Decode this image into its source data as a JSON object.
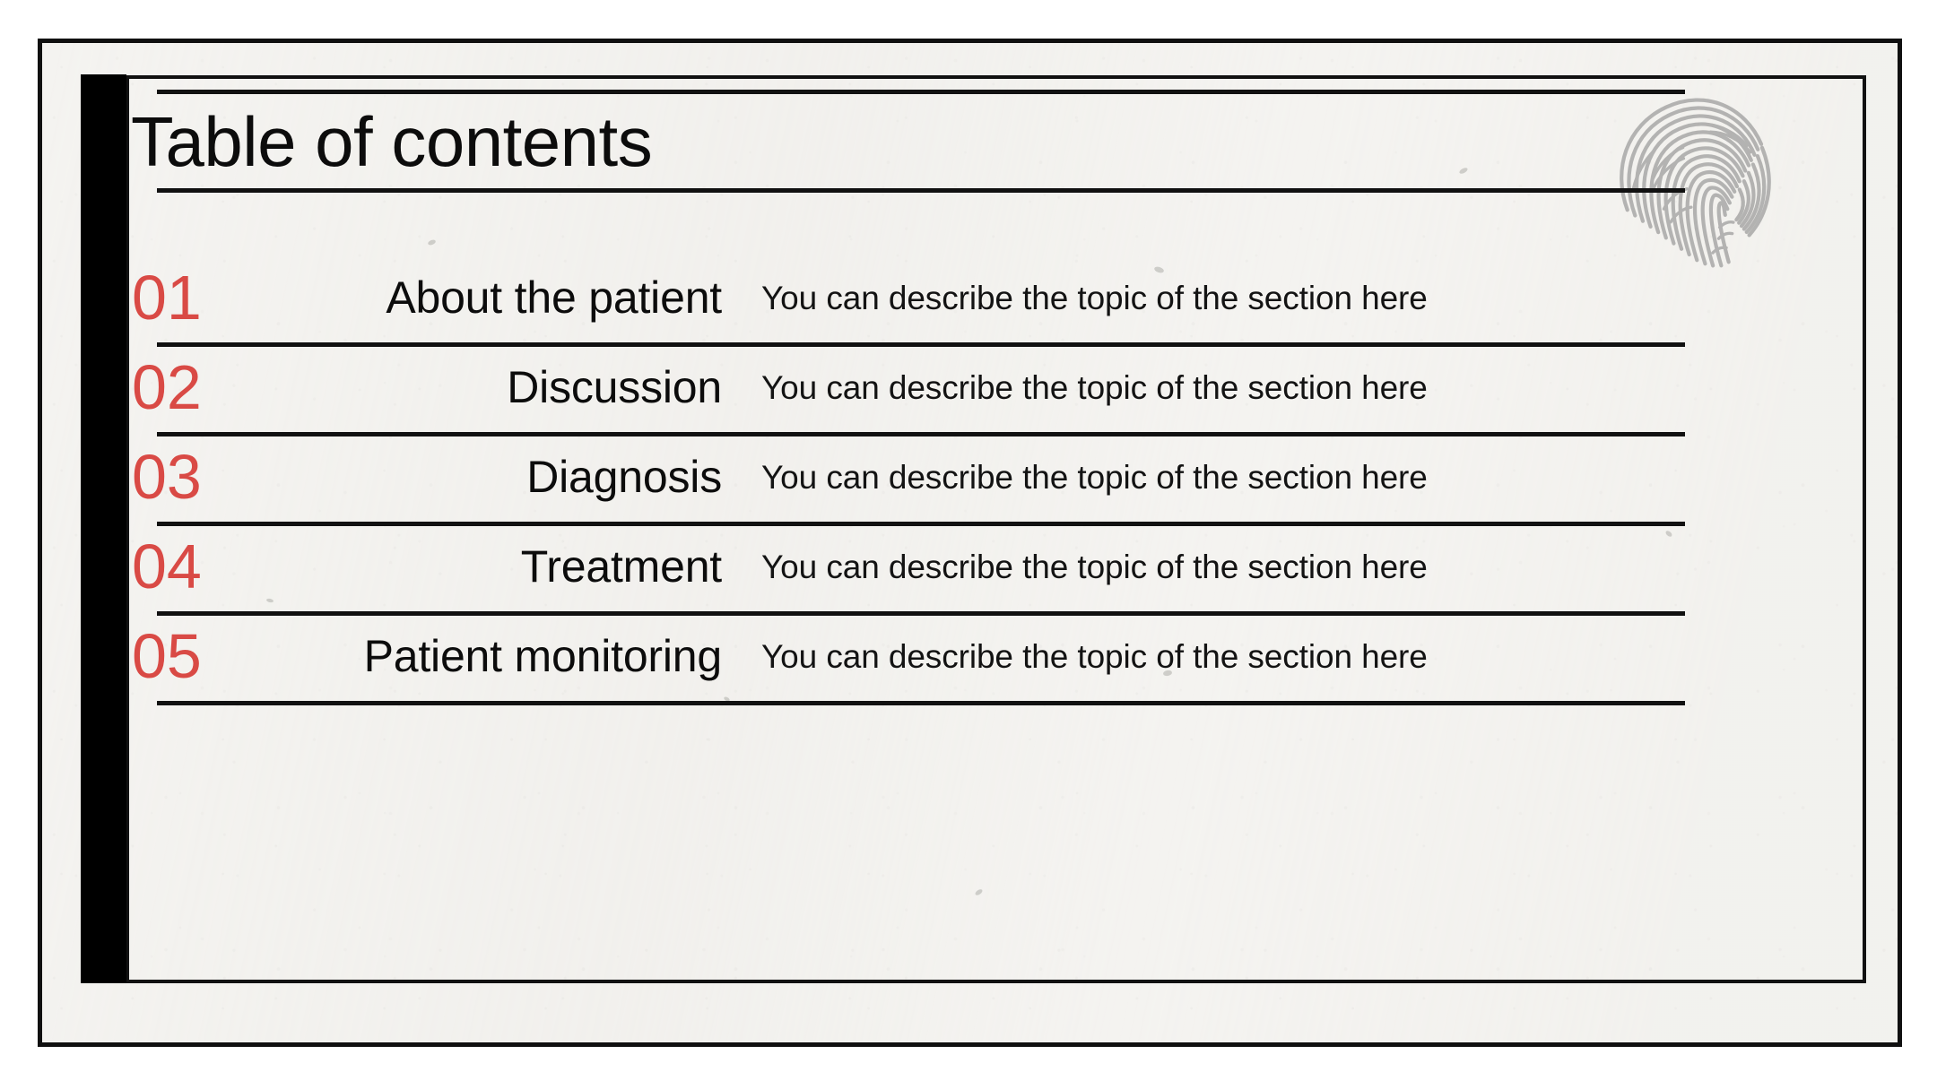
{
  "slide": {
    "title": "Table of contents",
    "accent_color": "#d94a45",
    "ink_color": "#111111",
    "paper_color": "#f4f3f0",
    "bar_color": "#000000",
    "decoration": "fingerprint-icon"
  },
  "toc": {
    "items": [
      {
        "number": "01",
        "title": "About the patient",
        "description": "You can describe the topic of the section here"
      },
      {
        "number": "02",
        "title": "Discussion",
        "description": "You can describe the topic of the section here"
      },
      {
        "number": "03",
        "title": "Diagnosis",
        "description": "You can describe the topic of the section here"
      },
      {
        "number": "04",
        "title": "Treatment",
        "description": "You can describe the topic of the section here"
      },
      {
        "number": "05",
        "title": "Patient monitoring",
        "description": "You can describe the topic of the section here"
      }
    ]
  }
}
